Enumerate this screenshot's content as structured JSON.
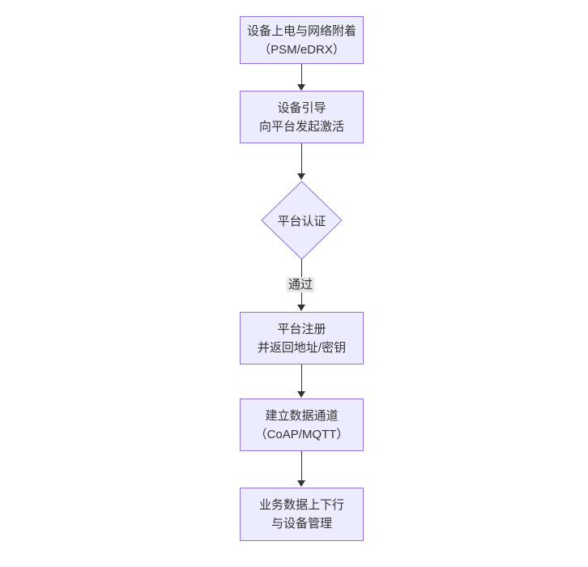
{
  "diagram": {
    "type": "flowchart-top-down",
    "colors": {
      "background": "#ffffff",
      "node_fill": "#ECECFF",
      "node_border": "#9370DB",
      "text": "#333333",
      "edge": "#333333",
      "edge_label_bg": "#e8e8e8"
    },
    "nodes": [
      {
        "id": "power-on",
        "shape": "rect",
        "lines": [
          "设备上电与网络附着",
          "（PSM/eDRX）"
        ]
      },
      {
        "id": "bootstrap",
        "shape": "rect",
        "lines": [
          "设备引导",
          "向平台发起激活"
        ]
      },
      {
        "id": "platform-auth",
        "shape": "diamond",
        "lines": [
          "平台认证"
        ]
      },
      {
        "id": "register",
        "shape": "rect",
        "lines": [
          "平台注册",
          "并返回地址/密钥"
        ]
      },
      {
        "id": "data-channel",
        "shape": "rect",
        "lines": [
          "建立数据通道",
          "（CoAP/MQTT）"
        ]
      },
      {
        "id": "business-data",
        "shape": "rect",
        "lines": [
          "业务数据上下行",
          "与设备管理"
        ]
      }
    ],
    "edges": [
      {
        "from": "power-on",
        "to": "bootstrap",
        "label": ""
      },
      {
        "from": "bootstrap",
        "to": "platform-auth",
        "label": ""
      },
      {
        "from": "platform-auth",
        "to": "register",
        "label": "通过"
      },
      {
        "from": "register",
        "to": "data-channel",
        "label": ""
      },
      {
        "from": "data-channel",
        "to": "business-data",
        "label": ""
      }
    ],
    "edge_label": "通过"
  }
}
